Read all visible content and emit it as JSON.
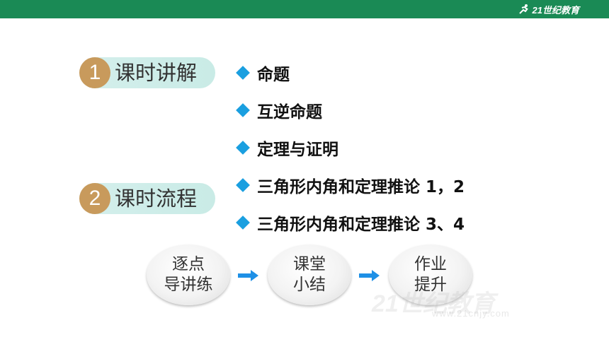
{
  "header": {
    "logo_text": "21世纪教育",
    "accent_color": "#1a8a55"
  },
  "sections": [
    {
      "number": "1",
      "label": "课时讲解"
    },
    {
      "number": "2",
      "label": "课时流程"
    }
  ],
  "topics": [
    "命题",
    "互逆命题",
    "定理与证明",
    "三角形内角和定理推论 1，2",
    "三角形内角和定理推论 3、4"
  ],
  "flow": [
    {
      "line1": "逐点",
      "line2": "导讲练"
    },
    {
      "line1": "课堂",
      "line2": "小结"
    },
    {
      "line1": "作业",
      "line2": "提升"
    }
  ],
  "watermark": {
    "main": "21世纪教育",
    "sub": "www.21cnjy.com"
  }
}
